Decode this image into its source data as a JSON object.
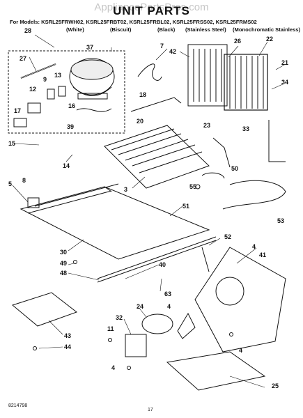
{
  "header": {
    "watermark": "AppliancePartsPros.com",
    "title": "UNIT PARTS",
    "models_line": "For Models: KSRL25FRWH02, KSRL25FRBT02, KSRL25FRBL02, KSRL25FRSS02, KSRL25FRMS02",
    "finishes": [
      "(White)",
      "(Biscuit)",
      "(Black)",
      "(Stainless Steel)",
      "(Monochromatic Stainless)"
    ]
  },
  "callouts": [
    "28",
    "37",
    "7",
    "42",
    "26",
    "22",
    "27",
    "21",
    "34",
    "9",
    "13",
    "12",
    "16",
    "17",
    "39",
    "18",
    "20",
    "23",
    "33",
    "15",
    "14",
    "50",
    "55",
    "5",
    "8",
    "3",
    "51",
    "53",
    "52",
    "30",
    "4",
    "41",
    "49",
    "40",
    "48",
    "63",
    "24",
    "32",
    "43",
    "11",
    "44",
    "4",
    "4",
    "25",
    "4"
  ],
  "footer": {
    "part_number": "8214798",
    "page_number": "17"
  }
}
